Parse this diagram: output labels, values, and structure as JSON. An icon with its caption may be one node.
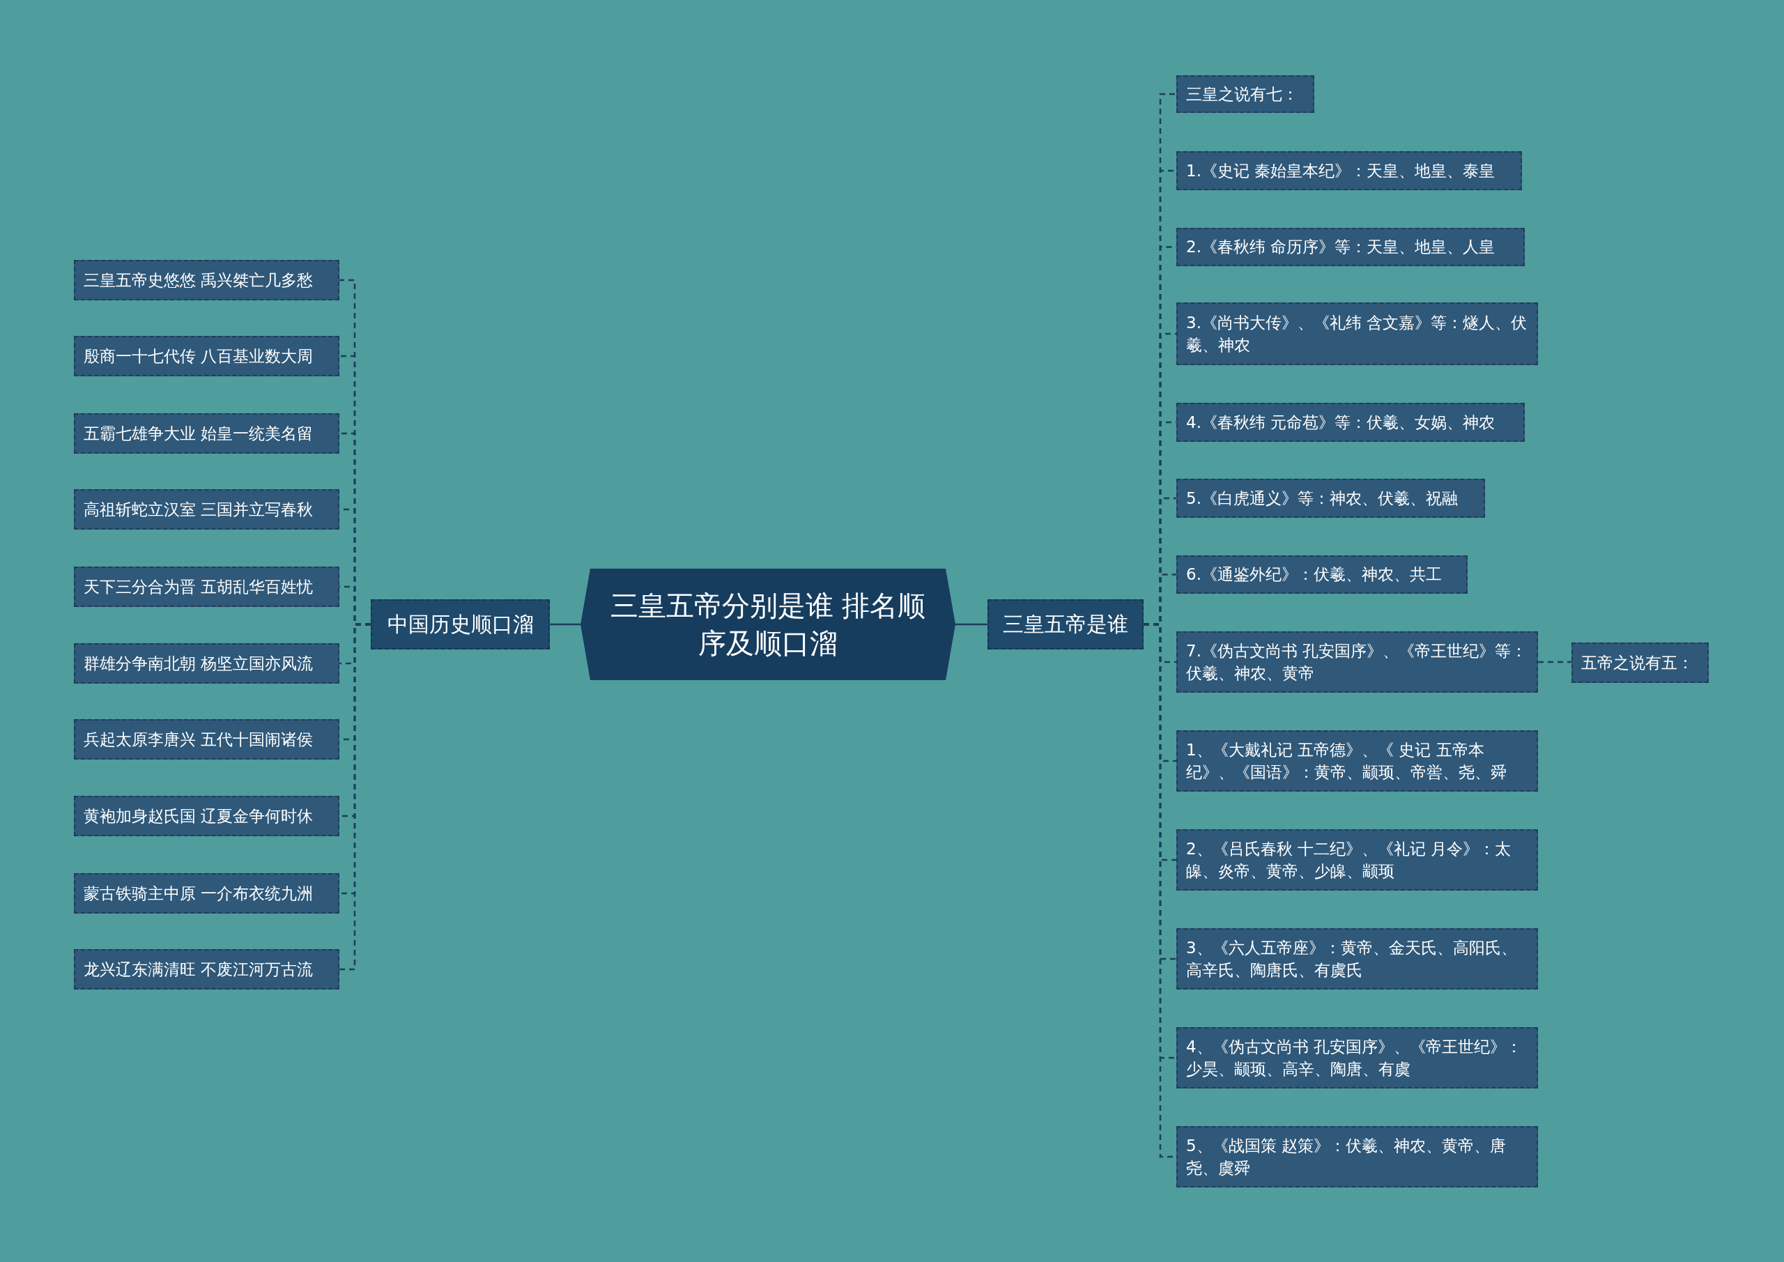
{
  "diagram": {
    "nodes": [
      {
        "text": [
          "三皇五帝分别是谁 排名顺序及顺口溜"
        ]
      },
      {
        "text": [
          "中国历史顺口溜"
        ]
      },
      {
        "text": [
          "三皇五帝史悠悠 禹兴桀亡几多愁"
        ]
      },
      {
        "text": [
          "殷商一十七代传 八百基业数大周"
        ]
      },
      {
        "text": [
          "五霸七雄争大业 始皇一统美名留"
        ]
      },
      {
        "text": [
          "高祖斩蛇立汉室 三国并立写春秋"
        ]
      },
      {
        "text": [
          "天下三分合为晋 五胡乱华百姓忧"
        ]
      },
      {
        "text": [
          "群雄分争南北朝 杨坚立国亦风流"
        ]
      },
      {
        "text": [
          "兵起太原李唐兴 五代十国闹诸侯"
        ]
      },
      {
        "text": [
          "黄袍加身赵氏国 辽夏金争何时休"
        ]
      },
      {
        "text": [
          "蒙古铁骑主中原 一介布衣统九洲"
        ]
      },
      {
        "text": [
          "龙兴辽东满清旺 不废江河万古流"
        ]
      },
      {
        "text": [
          "三皇五帝是谁"
        ]
      },
      {
        "text": [
          "三皇之说有七："
        ]
      },
      {
        "text": [
          "1.《史记 秦始皇本纪》：天皇、地皇、泰皇"
        ]
      },
      {
        "text": [
          "2.《春秋纬 命历序》等：天皇、地皇、人皇"
        ]
      },
      {
        "text": [
          "3.《尚书大传》、《礼纬 含文嘉》等：燧人、伏羲、神农"
        ]
      },
      {
        "text": [
          "4.《春秋纬 元命苞》等：伏羲、女娲、神农"
        ]
      },
      {
        "text": [
          "5.《白虎通义》等：神农、伏羲、祝融"
        ]
      },
      {
        "text": [
          "6.《通鉴外纪》：伏羲、神农、共工"
        ]
      },
      {
        "text": [
          "7.《伪古文尚书 孔安国序》、《帝王世纪》等：伏羲、神农、黄帝"
        ]
      },
      {
        "text": [
          "五帝之说有五："
        ]
      },
      {
        "text": [
          "1、《大戴礼记 五帝德》、《 史记 五帝本纪》、《国语》：黄帝、颛顼、帝喾、尧、舜"
        ]
      },
      {
        "text": [
          "2、《吕氏春秋 十二纪》、《礼记 月令》：太皞、炎帝、黄帝、少皞、颛顼"
        ]
      },
      {
        "text": [
          "3、《六人五帝座》：黄帝、金天氏、高阳氏、高辛氏、陶唐氏、有虞氏"
        ]
      },
      {
        "text": [
          "4、《伪古文尚书 孔安国序》、《帝王世纪》：少昊、颛顼、高辛、陶唐、有虞"
        ]
      },
      {
        "text": [
          "5、《战国策 赵策》：伏羲、神农、黄帝、唐尧、虞舜"
        ]
      }
    ],
    "edges": [
      {
        "from": 0,
        "to": 1,
        "arrow": "none"
      },
      {
        "from": 1,
        "to": 2,
        "arrow": "none",
        "style": "dashed"
      },
      {
        "from": 1,
        "to": 3,
        "arrow": "none",
        "style": "dashed"
      },
      {
        "from": 1,
        "to": 4,
        "arrow": "none",
        "style": "dashed"
      },
      {
        "from": 1,
        "to": 5,
        "arrow": "none",
        "style": "dashed"
      },
      {
        "from": 1,
        "to": 6,
        "arrow": "none",
        "style": "dashed"
      },
      {
        "from": 1,
        "to": 7,
        "arrow": "none",
        "style": "dashed"
      },
      {
        "from": 1,
        "to": 8,
        "arrow": "none",
        "style": "dashed"
      },
      {
        "from": 1,
        "to": 9,
        "arrow": "none",
        "style": "dashed"
      },
      {
        "from": 1,
        "to": 10,
        "arrow": "none",
        "style": "dashed"
      },
      {
        "from": 1,
        "to": 11,
        "arrow": "none",
        "style": "dashed"
      },
      {
        "from": 0,
        "to": 12,
        "arrow": "none"
      },
      {
        "from": 12,
        "to": 13,
        "arrow": "none",
        "style": "dashed"
      },
      {
        "from": 12,
        "to": 14,
        "arrow": "none",
        "style": "dashed"
      },
      {
        "from": 12,
        "to": 15,
        "arrow": "none",
        "style": "dashed"
      },
      {
        "from": 12,
        "to": 16,
        "arrow": "none",
        "style": "dashed"
      },
      {
        "from": 12,
        "to": 17,
        "arrow": "none",
        "style": "dashed"
      },
      {
        "from": 12,
        "to": 18,
        "arrow": "none",
        "style": "dashed"
      },
      {
        "from": 12,
        "to": 19,
        "arrow": "none",
        "style": "dashed"
      },
      {
        "from": 12,
        "to": 20,
        "arrow": "none",
        "style": "dashed"
      },
      {
        "from": 20,
        "to": 21,
        "arrow": "none",
        "style": "dashed"
      },
      {
        "from": 12,
        "to": 22,
        "arrow": "none",
        "style": "dashed"
      },
      {
        "from": 12,
        "to": 23,
        "arrow": "none",
        "style": "dashed"
      },
      {
        "from": 12,
        "to": 24,
        "arrow": "none",
        "style": "dashed"
      },
      {
        "from": 12,
        "to": 25,
        "arrow": "none",
        "style": "dashed"
      },
      {
        "from": 12,
        "to": 26,
        "arrow": "none",
        "style": "dashed"
      }
    ]
  }
}
